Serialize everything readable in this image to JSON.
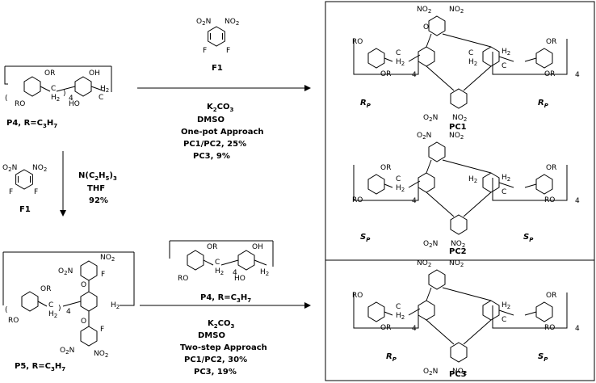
{
  "reagent_f1": {
    "no2_left": "O",
    "no2_right": "NO",
    "f_left": "F",
    "f_right": "F",
    "label": "F1"
  },
  "conditions_one_pot": {
    "base": "K",
    "base_sub": "2",
    "base_tail": "CO",
    "base_sub2": "3",
    "solvent": "DMSO",
    "approach": "One-pot Approach",
    "yield1": "PC1/PC2, 25%",
    "yield2": "PC3, 9%"
  },
  "conditions_two_step": {
    "base": "K",
    "base_sub": "2",
    "base_tail": "CO",
    "base_sub2": "3",
    "solvent": "DMSO",
    "approach": "Two-step Approach",
    "yield1": "PC1/PC2, 30%",
    "yield2": "PC3, 19%"
  },
  "conditions_step1": {
    "base": "N(C",
    "base_sub": "2",
    "base_mid": "H",
    "base_sub2": "5",
    "base_tail": ")",
    "base_sub3": "3",
    "solvent": "THF",
    "yield": "92%"
  },
  "p4": {
    "label": "P4, R=C",
    "sub1": "3",
    "mid": "H",
    "sub2": "7"
  },
  "p5": {
    "label": "P5, R=C",
    "sub1": "3",
    "mid": "H",
    "sub2": "7"
  },
  "products": {
    "pc1": {
      "label": "PC1",
      "left": "R",
      "right": "R",
      "desc_sub": "P"
    },
    "pc2": {
      "label": "PC2",
      "left": "S",
      "right": "S",
      "desc_sub": "P"
    },
    "pc3": {
      "label": "PC3",
      "left": "R",
      "right": "S",
      "desc_sub": "P"
    }
  },
  "groups": {
    "or": "OR",
    "ro": "RO",
    "oh": "OH",
    "ho": "HO",
    "ch2_c": "C",
    "ch2_h": "H",
    "ch2_sub": "2",
    "rep": "4",
    "no2": "NO",
    "no2_sub": "2",
    "o_left": "O",
    "f": "F"
  }
}
